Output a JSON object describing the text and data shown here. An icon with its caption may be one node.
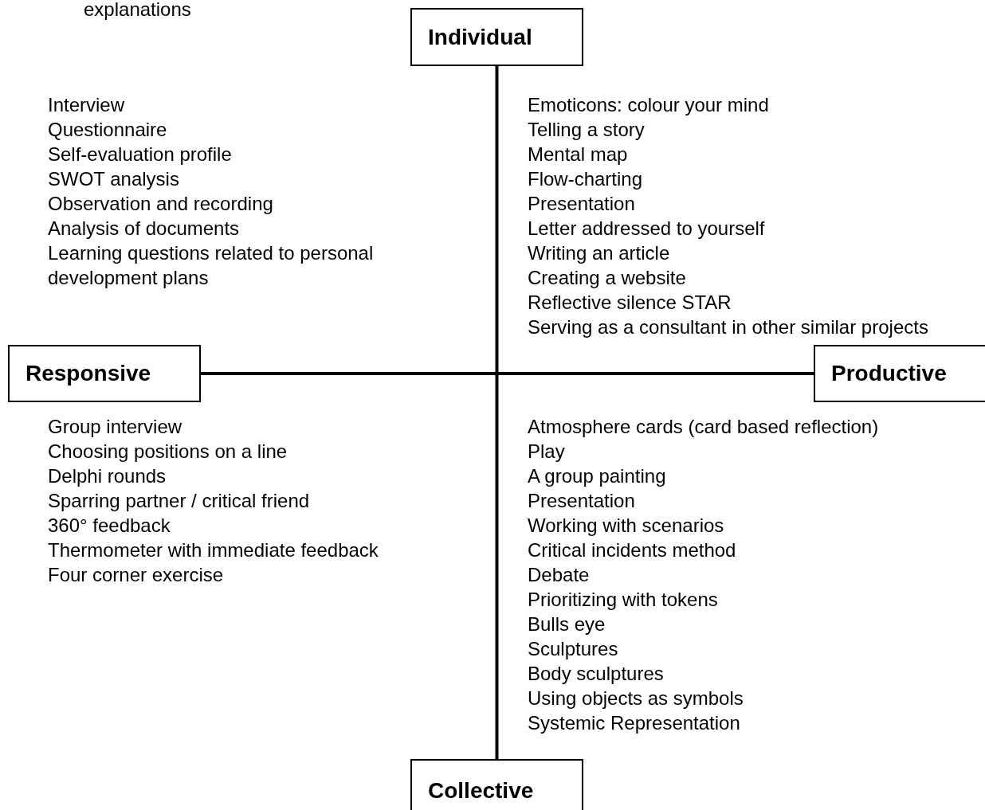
{
  "diagram": {
    "nodes": [
      {
        "text": [
          "Individual"
        ]
      },
      {
        "text": [
          "Responsive"
        ]
      },
      {
        "text": [
          "Productive"
        ]
      },
      {
        "text": [
          "Collective"
        ]
      }
    ],
    "edges": [
      {
        "from": 0,
        "to": 3,
        "arrow": "none"
      },
      {
        "from": 1,
        "to": 2,
        "arrow": "none"
      }
    ],
    "labels": [
      "explanations",
      "Interview",
      "Questionnaire",
      "Self-evaluation profile",
      "SWOT analysis",
      "Observation and recording",
      "Analysis of documents",
      "Learning questions related to personal development plans",
      "Emoticons: colour your mind",
      "Telling a story",
      "Mental map",
      "Flow-charting",
      "Presentation",
      "Letter addressed to yourself",
      "Writing an article",
      "Creating a website",
      "Reflective silence STAR",
      "Serving as a consultant in other similar projects",
      "Group interview",
      "Choosing positions on a line",
      "Delphi rounds",
      "Sparring partner / critical friend",
      "360° feedback",
      "Thermometer with immediate feedback",
      "Four corner exercise",
      "Atmosphere cards (card based reflection)",
      "Play",
      "A group painting",
      "Presentation",
      "Working with scenarios",
      "Critical incidents method",
      "Debate",
      "Prioritizing with tokens",
      "Bulls eye",
      "Sculptures",
      "Body sculptures",
      "Using objects as symbols",
      "Systemic Representation"
    ]
  }
}
